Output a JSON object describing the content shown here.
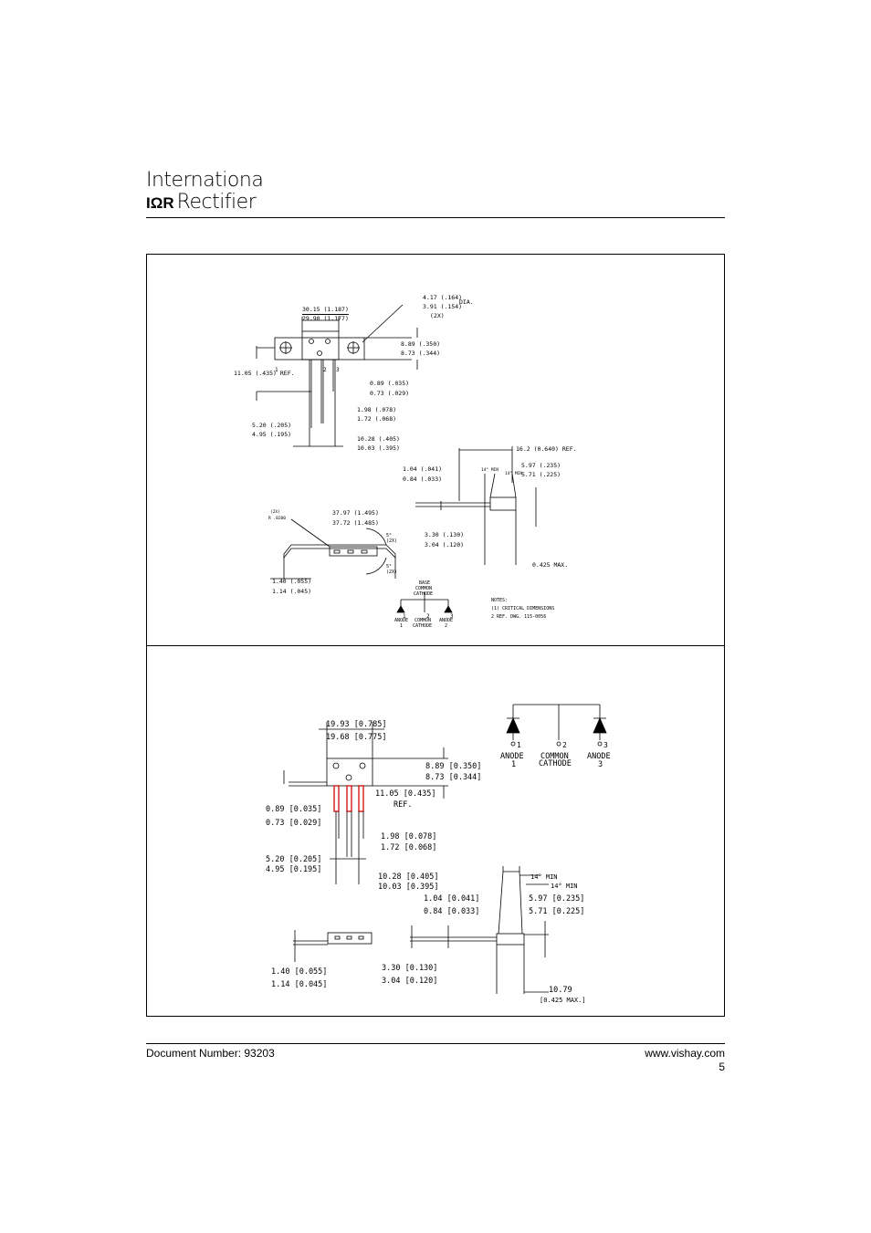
{
  "header": {
    "logo_line1": "Internationa",
    "logo_ior": "IΩR",
    "logo_line2": "Rectifier"
  },
  "top_drawing": {
    "dim_width_max": "30.15 (1.187)",
    "dim_width_min": "29.90 (1.177)",
    "hole_dia_max": "4.17 (.164)",
    "hole_dia_min": "3.91 (.154)",
    "hole_count": "(2X)",
    "dia_label": "DIA.",
    "height_max": "8.89 (.350)",
    "height_min": "8.73 (.344)",
    "ref_len": "11.05 (.435) REF.",
    "pin_w_max": "0.89 (.035)",
    "pin_w_min": "0.73 (.029)",
    "pitch_max": "1.98 (.078)",
    "pitch_min": "1.72 (.068)",
    "span1_max": "5.20 (.205)",
    "span1_min": "4.95 (.195)",
    "span2_max": "10.28 (.405)",
    "span2_min": "10.03 (.395)",
    "side_ref": "16.2 (0.640) REF.",
    "lead_t_max": "1.04 (.041)",
    "lead_t_min": "0.84 (.033)",
    "angle1": "14° MIN",
    "angle2": "14° MIN",
    "side_h_max": "5.97 (.235)",
    "side_h_min": "5.71 (.225)",
    "bend_count": "(2X)",
    "bend_r": "R .0200",
    "bent_len_max": "37.97 (1.495)",
    "bent_len_min": "37.72 (1.485)",
    "angle_5a": "5°",
    "angle_5a_count": "(2X)",
    "angle_5b": "5°",
    "angle_5b_count": "(2X)",
    "pkg_t_max": "3.30 (.130)",
    "pkg_t_min": "3.04 (.120)",
    "max_len": "0.425 MAX.",
    "base_thk_max": "1.40 (.055)",
    "base_thk_min": "1.14 (.045)",
    "base_label_1": "BASE",
    "base_label_2": "COMMON",
    "base_label_3": "CATHODE",
    "pin1_label": "ANODE",
    "pin1_num": "1",
    "pin2_label_1": "COMMON",
    "pin2_label_2": "CATHODE",
    "pin3_label": "ANODE",
    "pin3_num": "2",
    "notes_title": "NOTES:",
    "note1": "(1) CRITICAL DIMENSIONS",
    "note2": "2  REF. DWG. 115-0056",
    "pin_numbers": [
      "1",
      "2",
      "3"
    ],
    "schem_pin_numbers": [
      "1",
      "2",
      "3"
    ]
  },
  "bottom_drawing": {
    "width_max": "19.93 [0.785]",
    "width_min": "19.68 [0.775]",
    "height_max": "8.89 [0.350]",
    "height_min": "8.73 [0.344]",
    "ref_len": "11.05 [0.435]",
    "ref_label": "REF.",
    "pin_w_max": "0.89 [0.035]",
    "pin_w_min": "0.73 [0.029]",
    "pitch_max": "1.98 [0.078]",
    "pitch_min": "1.72 [0.068]",
    "span1_max": "5.20 [0.205]",
    "span1_min": "4.95 [0.195]",
    "span2_max": "10.28 [0.405]",
    "span2_min": "10.03 [0.395]",
    "angle1": "14° MIN",
    "angle2": "14° MIN",
    "lead_t_max": "1.04 [0.041]",
    "lead_t_min": "0.84 [0.033]",
    "side_h_max": "5.97 [0.235]",
    "side_h_min": "5.71 [0.225]",
    "base_thk_max": "1.40 [0.055]",
    "base_thk_min": "1.14 [0.045]",
    "pkg_t_max": "3.30 [0.130]",
    "pkg_t_min": "3.04 [0.120]",
    "max_len": "10.79",
    "max_len_in": "[0.425 MAX.]",
    "pin1_label": "ANODE",
    "pin1_num": "1",
    "pin2_label_1": "COMMON",
    "pin2_label_2": "CATHODE",
    "pin3_label": "ANODE",
    "pin3_num": "3",
    "schem_pin_numbers": [
      "1",
      "2",
      "3"
    ]
  },
  "footer": {
    "doc_number": "Document Number: 93203",
    "website": "www.vishay.com",
    "page": "5"
  },
  "colors": {
    "lead_highlight": "#d11a1a"
  }
}
